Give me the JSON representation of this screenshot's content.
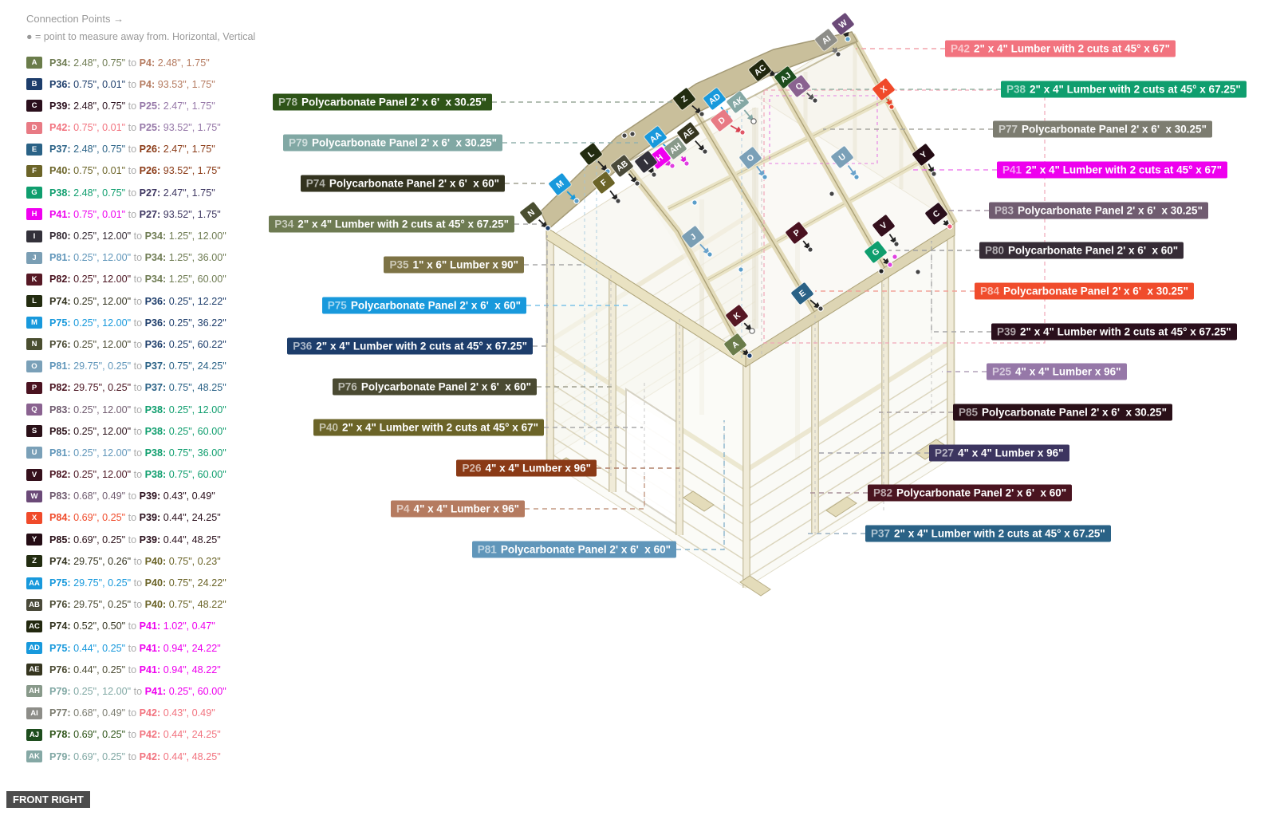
{
  "header": {
    "title": "Connection Points →",
    "legend": "● = point to measure away from. Horizontal, Vertical"
  },
  "view_label": "FRONT RIGHT",
  "colors": {
    "letters": {
      "A": "#6a7c4a",
      "B": "#1d3d6b",
      "C": "#2a0f1c",
      "D": "#e87a84",
      "E": "#2a6286",
      "F": "#6b6428",
      "G": "#0f9e6e",
      "H": "#f000f0",
      "I": "#33313a",
      "J": "#7a9eb4",
      "K": "#561824",
      "L": "#232c10",
      "M": "#1899dc",
      "N": "#4a4e30",
      "O": "#7aa0b8",
      "P": "#4a1220",
      "Q": "#8a6290",
      "S": "#2a1018",
      "U": "#7aa0b8",
      "V": "#35101c",
      "W": "#6b4a78",
      "X": "#f04a2a",
      "Y": "#240c14",
      "Z": "#222c10",
      "AA": "#1899dc",
      "AB": "#4a4a3a",
      "AC": "#22280f",
      "AD": "#1899dc",
      "AE": "#35351f",
      "AH": "#88998a",
      "AI": "#8d8d88",
      "AJ": "#1d4d1d",
      "AK": "#85a8a5"
    },
    "parts": {
      "P4": "#b57b60",
      "P25": "#9678a8",
      "P26": "#8a3a16",
      "P27": "#3c3560",
      "P34": "#6e7b52",
      "P35": "#7d7345",
      "P36": "#1d3d6b",
      "P37": "#2a6286",
      "P38": "#0f9e6e",
      "P39": "#2a0f1c",
      "P40": "#6b6428",
      "P41": "#ee00ee",
      "P42": "#f2737f",
      "P74": "#33331f",
      "P75": "#1899dc",
      "P76": "#4a4a32",
      "P77": "#7c7c70",
      "P78": "#2e5418",
      "P79": "#81a8a4",
      "P80": "#362c36",
      "P81": "#6096ba",
      "P82": "#4a1420",
      "P83": "#705c70",
      "P84": "#f04c2c",
      "P85": "#2a1018"
    }
  },
  "sidebar": {
    "rows": [
      [
        "A",
        "P34",
        "2.48\", 0.75\"",
        "P4",
        "2.48\", 1.75\""
      ],
      [
        "B",
        "P36",
        "0.75\", 0.01\"",
        "P4",
        "93.53\", 1.75\""
      ],
      [
        "C",
        "P39",
        "2.48\", 0.75\"",
        "P25",
        "2.47\", 1.75\""
      ],
      [
        "D",
        "P42",
        "0.75\", 0.01\"",
        "P25",
        "93.52\", 1.75\""
      ],
      [
        "E",
        "P37",
        "2.48\", 0.75\"",
        "P26",
        "2.47\", 1.75\""
      ],
      [
        "F",
        "P40",
        "0.75\", 0.01\"",
        "P26",
        "93.52\", 1.75\""
      ],
      [
        "G",
        "P38",
        "2.48\", 0.75\"",
        "P27",
        "2.47\", 1.75\""
      ],
      [
        "H",
        "P41",
        "0.75\", 0.01\"",
        "P27",
        "93.52\", 1.75\""
      ],
      [
        "I",
        "P80",
        "0.25\", 12.00\"",
        "P34",
        "1.25\", 12.00\""
      ],
      [
        "J",
        "P81",
        "0.25\", 12.00\"",
        "P34",
        "1.25\", 36.00\""
      ],
      [
        "K",
        "P82",
        "0.25\", 12.00\"",
        "P34",
        "1.25\", 60.00\""
      ],
      [
        "L",
        "P74",
        "0.25\", 12.00\"",
        "P36",
        "0.25\", 12.22\""
      ],
      [
        "M",
        "P75",
        "0.25\", 12.00\"",
        "P36",
        "0.25\", 36.22\""
      ],
      [
        "N",
        "P76",
        "0.25\", 12.00\"",
        "P36",
        "0.25\", 60.22\""
      ],
      [
        "O",
        "P81",
        "29.75\", 0.25\"",
        "P37",
        "0.75\", 24.25\""
      ],
      [
        "P",
        "P82",
        "29.75\", 0.25\"",
        "P37",
        "0.75\", 48.25\""
      ],
      [
        "Q",
        "P83",
        "0.25\", 12.00\"",
        "P38",
        "0.25\", 12.00\""
      ],
      [
        "S",
        "P85",
        "0.25\", 12.00\"",
        "P38",
        "0.25\", 60.00\""
      ],
      [
        "U",
        "P81",
        "0.25\", 12.00\"",
        "P38",
        "0.75\", 36.00\""
      ],
      [
        "V",
        "P82",
        "0.25\", 12.00\"",
        "P38",
        "0.75\", 60.00\""
      ],
      [
        "W",
        "P83",
        "0.68\", 0.49\"",
        "P39",
        "0.43\", 0.49\""
      ],
      [
        "X",
        "P84",
        "0.69\", 0.25\"",
        "P39",
        "0.44\", 24.25\""
      ],
      [
        "Y",
        "P85",
        "0.69\", 0.25\"",
        "P39",
        "0.44\", 48.25\""
      ],
      [
        "Z",
        "P74",
        "29.75\", 0.26\"",
        "P40",
        "0.75\", 0.23\""
      ],
      [
        "AA",
        "P75",
        "29.75\", 0.25\"",
        "P40",
        "0.75\", 24.22\""
      ],
      [
        "AB",
        "P76",
        "29.75\", 0.25\"",
        "P40",
        "0.75\", 48.22\""
      ],
      [
        "AC",
        "P74",
        "0.52\", 0.50\"",
        "P41",
        "1.02\", 0.47\""
      ],
      [
        "AD",
        "P75",
        "0.44\", 0.25\"",
        "P41",
        "0.94\", 24.22\""
      ],
      [
        "AE",
        "P76",
        "0.44\", 0.25\"",
        "P41",
        "0.94\", 48.22\""
      ],
      [
        "AH",
        "P79",
        "0.25\", 12.00\"",
        "P41",
        "0.25\", 60.00\""
      ],
      [
        "AI",
        "P77",
        "0.68\", 0.49\"",
        "P42",
        "0.43\", 0.49\""
      ],
      [
        "AJ",
        "P78",
        "0.69\", 0.25\"",
        "P42",
        "0.44\", 24.25\""
      ],
      [
        "AK",
        "P79",
        "0.69\", 0.25\"",
        "P42",
        "0.44\", 48.25\""
      ]
    ]
  },
  "part_labels": {
    "left": [
      [
        "P78",
        "Polycarbonate Panel 2' x 6'  x 30.25\"",
        617,
        128
      ],
      [
        "P79",
        "Polycarbonate Panel 2' x 6'  x 30.25\"",
        630,
        179
      ],
      [
        "P74",
        "Polycarbonate Panel 2' x 6'  x 60\"",
        633,
        230
      ],
      [
        "P34",
        "2\" x 4\" Lumber with 2 cuts at 45° x 67.25\"",
        645,
        281
      ],
      [
        "P35",
        "1\" x 6\" Lumber x 90\"",
        657,
        332
      ],
      [
        "P75",
        "Polycarbonate Panel 2' x 6'  x 60\"",
        660,
        383
      ],
      [
        "P36",
        "2\" x 4\" Lumber with 2 cuts at 45° x 67.25\"",
        668,
        434
      ],
      [
        "P76",
        "Polycarbonate Panel 2' x 6'  x 60\"",
        673,
        485
      ],
      [
        "P40",
        "2\" x 4\" Lumber with 2 cuts at 45° x 67\"",
        682,
        536
      ],
      [
        "P26",
        "4\" x 4\" Lumber x 96\"",
        748,
        587
      ],
      [
        "P4",
        "4\" x 4\" Lumber x 96\"",
        658,
        638
      ],
      [
        "P81",
        "Polycarbonate Panel 2' x 6'  x 60\"",
        848,
        689
      ]
    ],
    "right": [
      [
        "P42",
        "2\" x 4\" Lumber with 2 cuts at 45° x 67\"",
        1185,
        61
      ],
      [
        "P38",
        "2\" x 4\" Lumber with 2 cuts at 45° x 67.25\"",
        1255,
        112
      ],
      [
        "P77",
        "Polycarbonate Panel 2' x 6'  x 30.25\"",
        1245,
        162
      ],
      [
        "P41",
        "2\" x 4\" Lumber with 2 cuts at 45° x 67\"",
        1250,
        213
      ],
      [
        "P83",
        "Polycarbonate Panel 2' x 6'  x 30.25\"",
        1240,
        264
      ],
      [
        "P80",
        "Polycarbonate Panel 2' x 6'  x 60\"",
        1228,
        314
      ],
      [
        "P84",
        "Polycarbonate Panel 2' x 6'  x 30.25\"",
        1222,
        365
      ],
      [
        "P39",
        "2\" x 4\" Lumber with 2 cuts at 45° x 67.25\"",
        1243,
        416
      ],
      [
        "P25",
        "4\" x 4\" Lumber x 96\"",
        1237,
        466
      ],
      [
        "P85",
        "Polycarbonate Panel 2' x 6'  x 30.25\"",
        1195,
        517
      ],
      [
        "P27",
        "4\" x 4\" Lumber x 96\"",
        1165,
        568
      ],
      [
        "P82",
        "Polycarbonate Panel 2' x 6'  x 60\"",
        1088,
        618
      ],
      [
        "P37",
        "2\" x 4\" Lumber with 2 cuts at 45° x 67.25\"",
        1085,
        669
      ]
    ]
  },
  "badges": [
    [
      "W",
      1057,
      30,
      1063,
      49,
      "#222",
      "#5b9ec9"
    ],
    [
      "AI",
      1036,
      50,
      1051,
      68,
      "#777",
      "#444"
    ],
    [
      "AC",
      953,
      88,
      974,
      94,
      "#222",
      "#fff"
    ],
    [
      "AJ",
      985,
      97,
      1003,
      110,
      "#222",
      "#5b9ec9"
    ],
    [
      "Q",
      1002,
      108,
      1022,
      126,
      "#555",
      "#444"
    ],
    [
      "Z",
      858,
      124,
      880,
      143,
      "#222",
      "#444"
    ],
    [
      "AD",
      896,
      124,
      914,
      147,
      "#1899dc",
      "#5b9ec9"
    ],
    [
      "AK",
      925,
      128,
      945,
      152,
      "#85a8a5",
      "#fff"
    ],
    [
      "D",
      905,
      151,
      931,
      166,
      "#d84050",
      "#e05868"
    ],
    [
      "X",
      1108,
      112,
      1118,
      134,
      "#e8442a",
      "#e8442a"
    ],
    [
      "AA",
      822,
      172,
      845,
      193,
      "#1899dc",
      "#5b9ec9"
    ],
    [
      "AE",
      863,
      167,
      884,
      190,
      "#222",
      "#444"
    ],
    [
      "AH",
      847,
      186,
      861,
      205,
      "#e020e0",
      "#e040e0"
    ],
    [
      "H",
      827,
      198,
      843,
      208,
      "#e020e0",
      "#e040e0"
    ],
    [
      "I",
      810,
      203,
      820,
      219,
      "#222",
      "#444"
    ],
    [
      "L",
      741,
      193,
      762,
      215,
      "#222",
      "#5b9ec9"
    ],
    [
      "AB",
      780,
      208,
      799,
      230,
      "#222",
      "#444"
    ],
    [
      "M",
      702,
      231,
      723,
      252,
      "#1899dc",
      "#5b9ec9"
    ],
    [
      "F",
      757,
      229,
      775,
      252,
      "#222",
      "#444"
    ],
    [
      "N",
      666,
      267,
      687,
      286,
      "#222",
      "#1d3d6b"
    ],
    [
      "O",
      941,
      198,
      959,
      222,
      "#6aa3cc",
      "#5b9ec9"
    ],
    [
      "U",
      1056,
      197,
      1074,
      222,
      "#6aa3cc",
      "#5b9ec9"
    ],
    [
      "Y",
      1158,
      194,
      1171,
      218,
      "#222",
      "#444"
    ],
    [
      "C",
      1174,
      268,
      1191,
      284,
      "#222",
      "#f06080"
    ],
    [
      "V",
      1108,
      283,
      1124,
      306,
      "#222",
      "#444"
    ],
    [
      "G",
      1098,
      316,
      1116,
      332,
      "#222",
      "#e040e0"
    ],
    [
      "P",
      999,
      292,
      1016,
      313,
      "#222",
      "#444"
    ],
    [
      "E",
      1006,
      368,
      1029,
      387,
      "#222",
      "#444"
    ],
    [
      "J",
      869,
      297,
      890,
      319,
      "#6aa3cc",
      "#5b9ec9"
    ],
    [
      "K",
      924,
      396,
      943,
      415,
      "#222",
      "#fff"
    ],
    [
      "A",
      922,
      432,
      940,
      446,
      "#222",
      "#1d3d6b"
    ]
  ],
  "extra_dots": [
    [
      1043,
      243,
      "#444"
    ],
    [
      871,
      254,
      "#5b9ec9"
    ],
    [
      1151,
      341,
      "#444"
    ],
    [
      929,
      338,
      "#5b9ec9"
    ],
    [
      1122,
      322,
      "#e040e0"
    ],
    [
      783,
      170,
      "#444"
    ],
    [
      793,
      168,
      "#444"
    ],
    [
      1105,
      340,
      "#222"
    ]
  ]
}
